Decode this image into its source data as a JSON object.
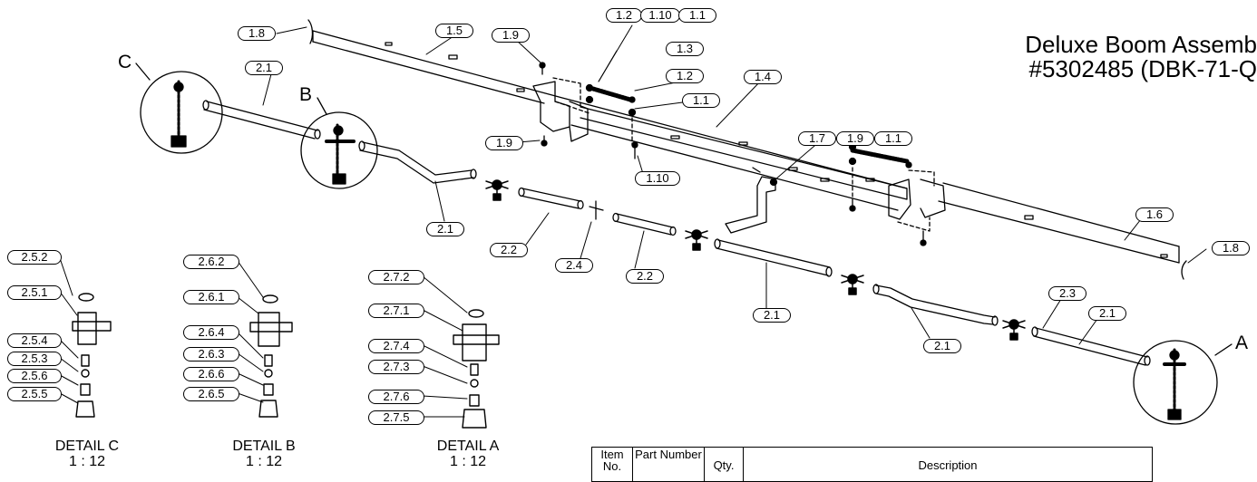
{
  "title": {
    "line1": "Deluxe Boom Assemb",
    "line2": "#5302485 (DBK-71-Q"
  },
  "details": [
    {
      "name": "DETAIL C",
      "scale": "1 : 12"
    },
    {
      "name": "DETAIL B",
      "scale": "1 : 12"
    },
    {
      "name": "DETAIL A",
      "scale": "1 : 12"
    }
  ],
  "detail_letters": {
    "c": "C",
    "b": "B",
    "a": "A"
  },
  "callouts": {
    "c1_8a": "1.8",
    "c1_5": "1.5",
    "c1_9a": "1.9",
    "c1_2a": "1.2",
    "c1_10a": "1.10",
    "c1_1a": "1.1",
    "c1_3": "1.3",
    "c1_2b": "1.2",
    "c1_1b": "1.1",
    "c1_4": "1.4",
    "c1_9b": "1.9",
    "c1_10b": "1.10",
    "c1_7": "1.7",
    "c1_9c": "1.9",
    "c1_1c": "1.1",
    "c1_6": "1.6",
    "c1_8b": "1.8",
    "c2_1a": "2.1",
    "c2_1b": "2.1",
    "c2_2a": "2.2",
    "c2_4": "2.4",
    "c2_2b": "2.2",
    "c2_1c": "2.1",
    "c2_1d": "2.1",
    "c2_3": "2.3",
    "c2_1e": "2.1",
    "c2_5_2": "2.5.2",
    "c2_5_1": "2.5.1",
    "c2_5_4": "2.5.4",
    "c2_5_3": "2.5.3",
    "c2_5_6": "2.5.6",
    "c2_5_5": "2.5.5",
    "c2_6_2": "2.6.2",
    "c2_6_1": "2.6.1",
    "c2_6_4": "2.6.4",
    "c2_6_3": "2.6.3",
    "c2_6_6": "2.6.6",
    "c2_6_5": "2.6.5",
    "c2_7_2": "2.7.2",
    "c2_7_1": "2.7.1",
    "c2_7_4": "2.7.4",
    "c2_7_3": "2.7.3",
    "c2_7_6": "2.7.6",
    "c2_7_5": "2.7.5"
  },
  "parts_table": {
    "headers": [
      "Item No.",
      "Part Number",
      "Qty.",
      "Description"
    ]
  }
}
